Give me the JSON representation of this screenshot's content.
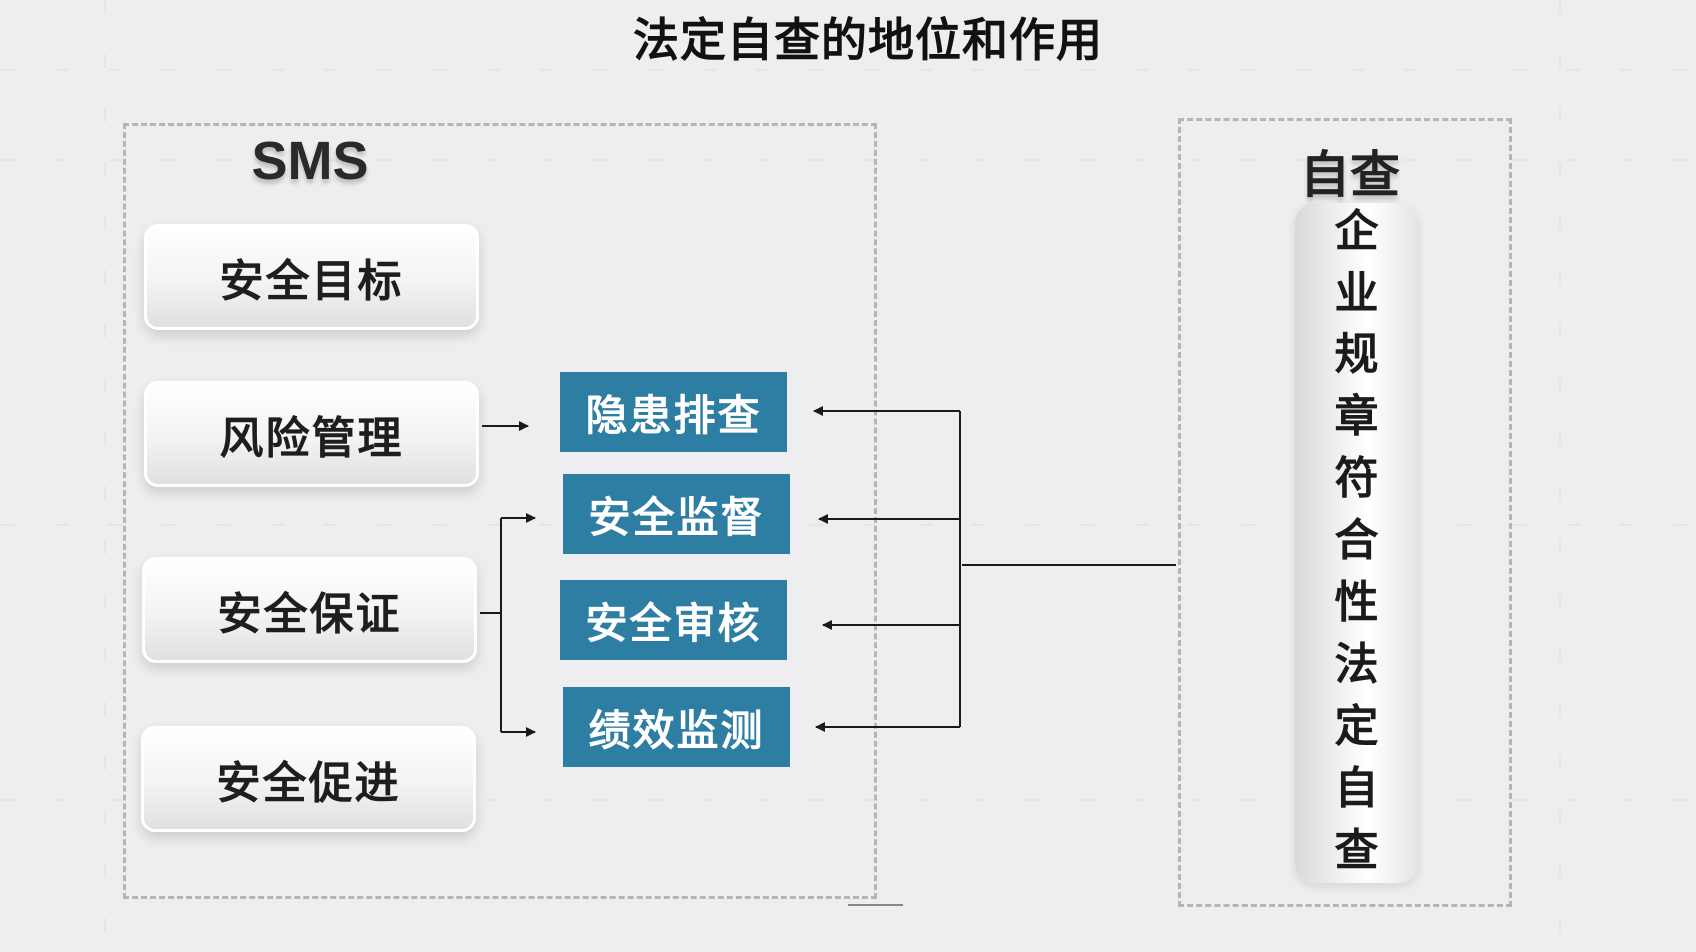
{
  "title": "法定自查的地位和作用",
  "sms": {
    "label": "SMS",
    "items": [
      "安全目标",
      "风险管理",
      "安全保证",
      "安全促进"
    ]
  },
  "actions": [
    "隐患排查",
    "安全监督",
    "安全审核",
    "绩效监测"
  ],
  "self_check": {
    "label": "自查",
    "column": [
      "企",
      "业",
      "规",
      "章",
      "符",
      "合",
      "性",
      "法",
      "定",
      "自",
      "查"
    ]
  },
  "colors": {
    "action_fill": "#2e7ea3",
    "dashed_border": "#b5b5b8",
    "background": "#eeeef0"
  }
}
